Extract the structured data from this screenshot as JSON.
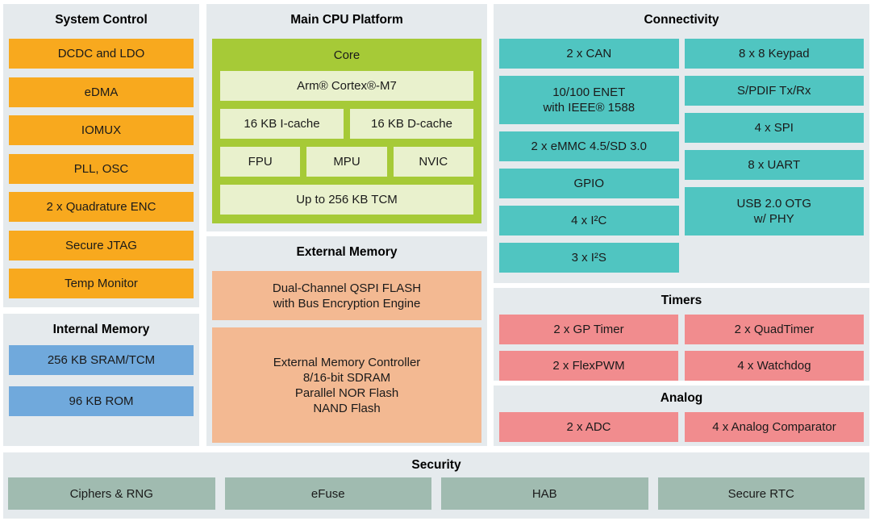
{
  "colors": {
    "page_bg": "#FFFFFF",
    "panel_bg": "#E5EAED",
    "system_control_block": "#F8A91E",
    "internal_memory_block": "#70A9DC",
    "core_container": "#A6CA37",
    "core_inner_block": "#E9F1CD",
    "external_memory_block": "#F3B992",
    "connectivity_block": "#50C5C1",
    "timers_block": "#F18C8E",
    "analog_block": "#F18C8E",
    "security_block": "#A0BBB0",
    "text": "#1A1A1A"
  },
  "panels": {
    "system_control": {
      "title": "System Control",
      "items": [
        "DCDC and LDO",
        "eDMA",
        "IOMUX",
        "PLL, OSC",
        "2 x Quadrature ENC",
        "Secure JTAG",
        "Temp Monitor"
      ]
    },
    "internal_memory": {
      "title": "Internal Memory",
      "items": [
        "256 KB SRAM/TCM",
        "96 KB ROM"
      ]
    },
    "main_cpu": {
      "title": "Main CPU Platform",
      "core_label": "Core",
      "cpu": "Arm® Cortex®-M7",
      "icache": "16 KB I-cache",
      "dcache": "16 KB D-cache",
      "fpu": "FPU",
      "mpu": "MPU",
      "nvic": "NVIC",
      "tcm": "Up to 256 KB TCM"
    },
    "external_memory": {
      "title": "External Memory",
      "qspi": "Dual-Channel QSPI FLASH\nwith Bus Encryption Engine",
      "controller": "External Memory Controller\n8/16-bit SDRAM\nParallel NOR Flash\nNAND Flash"
    },
    "connectivity": {
      "title": "Connectivity",
      "left": [
        "2 x CAN",
        "10/100 ENET\nwith IEEE® 1588",
        "2 x eMMC 4.5/SD 3.0",
        "GPIO",
        "4 x I²C",
        "3 x I²S"
      ],
      "right": [
        "8 x 8 Keypad",
        "S/PDIF Tx/Rx",
        "4 x SPI",
        "8 x UART",
        "USB 2.0 OTG\nw/ PHY"
      ]
    },
    "timers": {
      "title": "Timers",
      "items": [
        "2 x GP Timer",
        "2 x QuadTimer",
        "2 x FlexPWM",
        "4 x Watchdog"
      ]
    },
    "analog": {
      "title": "Analog",
      "items": [
        "2 x ADC",
        "4 x Analog Comparator"
      ]
    },
    "security": {
      "title": "Security",
      "items": [
        "Ciphers & RNG",
        "eFuse",
        "HAB",
        "Secure RTC"
      ]
    }
  }
}
